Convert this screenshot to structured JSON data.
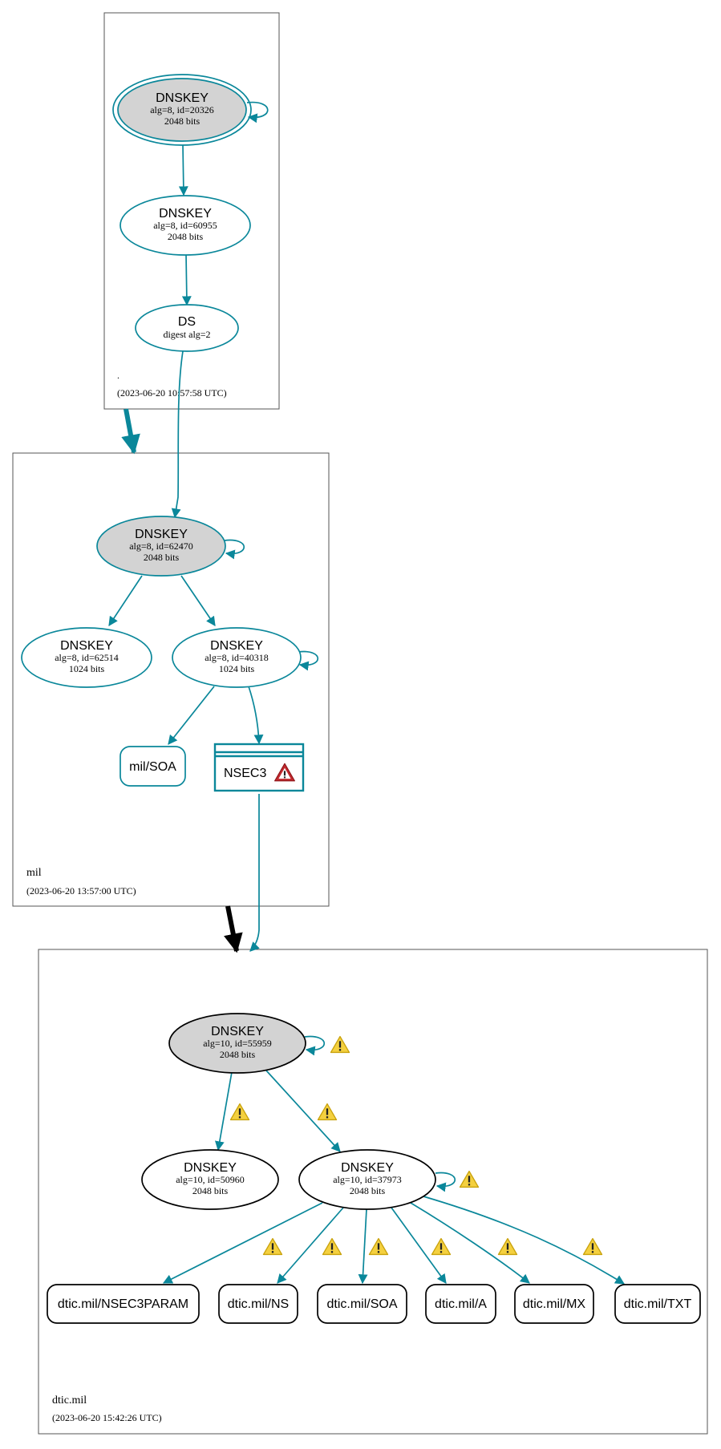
{
  "zones": {
    "root": {
      "name": ".",
      "timestamp": "(2023-06-20 10:57:58 UTC)"
    },
    "mil": {
      "name": "mil",
      "timestamp": "(2023-06-20 13:57:00 UTC)"
    },
    "dtic": {
      "name": "dtic.mil",
      "timestamp": "(2023-06-20 15:42:26 UTC)"
    }
  },
  "nodes": {
    "root_ksk": {
      "type": "DNSKEY",
      "detail": "alg=8, id=20326",
      "bits": "2048 bits"
    },
    "root_zsk": {
      "type": "DNSKEY",
      "detail": "alg=8, id=60955",
      "bits": "2048 bits"
    },
    "root_ds": {
      "type": "DS",
      "detail": "digest alg=2"
    },
    "mil_ksk": {
      "type": "DNSKEY",
      "detail": "alg=8, id=62470",
      "bits": "2048 bits"
    },
    "mil_zsk1": {
      "type": "DNSKEY",
      "detail": "alg=8, id=62514",
      "bits": "1024 bits"
    },
    "mil_zsk2": {
      "type": "DNSKEY",
      "detail": "alg=8, id=40318",
      "bits": "1024 bits"
    },
    "mil_soa": {
      "label": "mil/SOA"
    },
    "mil_nsec3": {
      "label": "NSEC3"
    },
    "dtic_ksk": {
      "type": "DNSKEY",
      "detail": "alg=10, id=55959",
      "bits": "2048 bits"
    },
    "dtic_zsk1": {
      "type": "DNSKEY",
      "detail": "alg=10, id=50960",
      "bits": "2048 bits"
    },
    "dtic_zsk2": {
      "type": "DNSKEY",
      "detail": "alg=10, id=37973",
      "bits": "2048 bits"
    },
    "rr_nsec3param": {
      "label": "dtic.mil/NSEC3PARAM"
    },
    "rr_ns": {
      "label": "dtic.mil/NS"
    },
    "rr_soa": {
      "label": "dtic.mil/SOA"
    },
    "rr_a": {
      "label": "dtic.mil/A"
    },
    "rr_mx": {
      "label": "dtic.mil/MX"
    },
    "rr_txt": {
      "label": "dtic.mil/TXT"
    }
  },
  "colors": {
    "secure": "#0a879a",
    "insecure": "#000000",
    "ksk_fill": "#d3d3d3",
    "warning": "#f4d03f",
    "error": "#c0282d",
    "zone_border": "#555555"
  }
}
